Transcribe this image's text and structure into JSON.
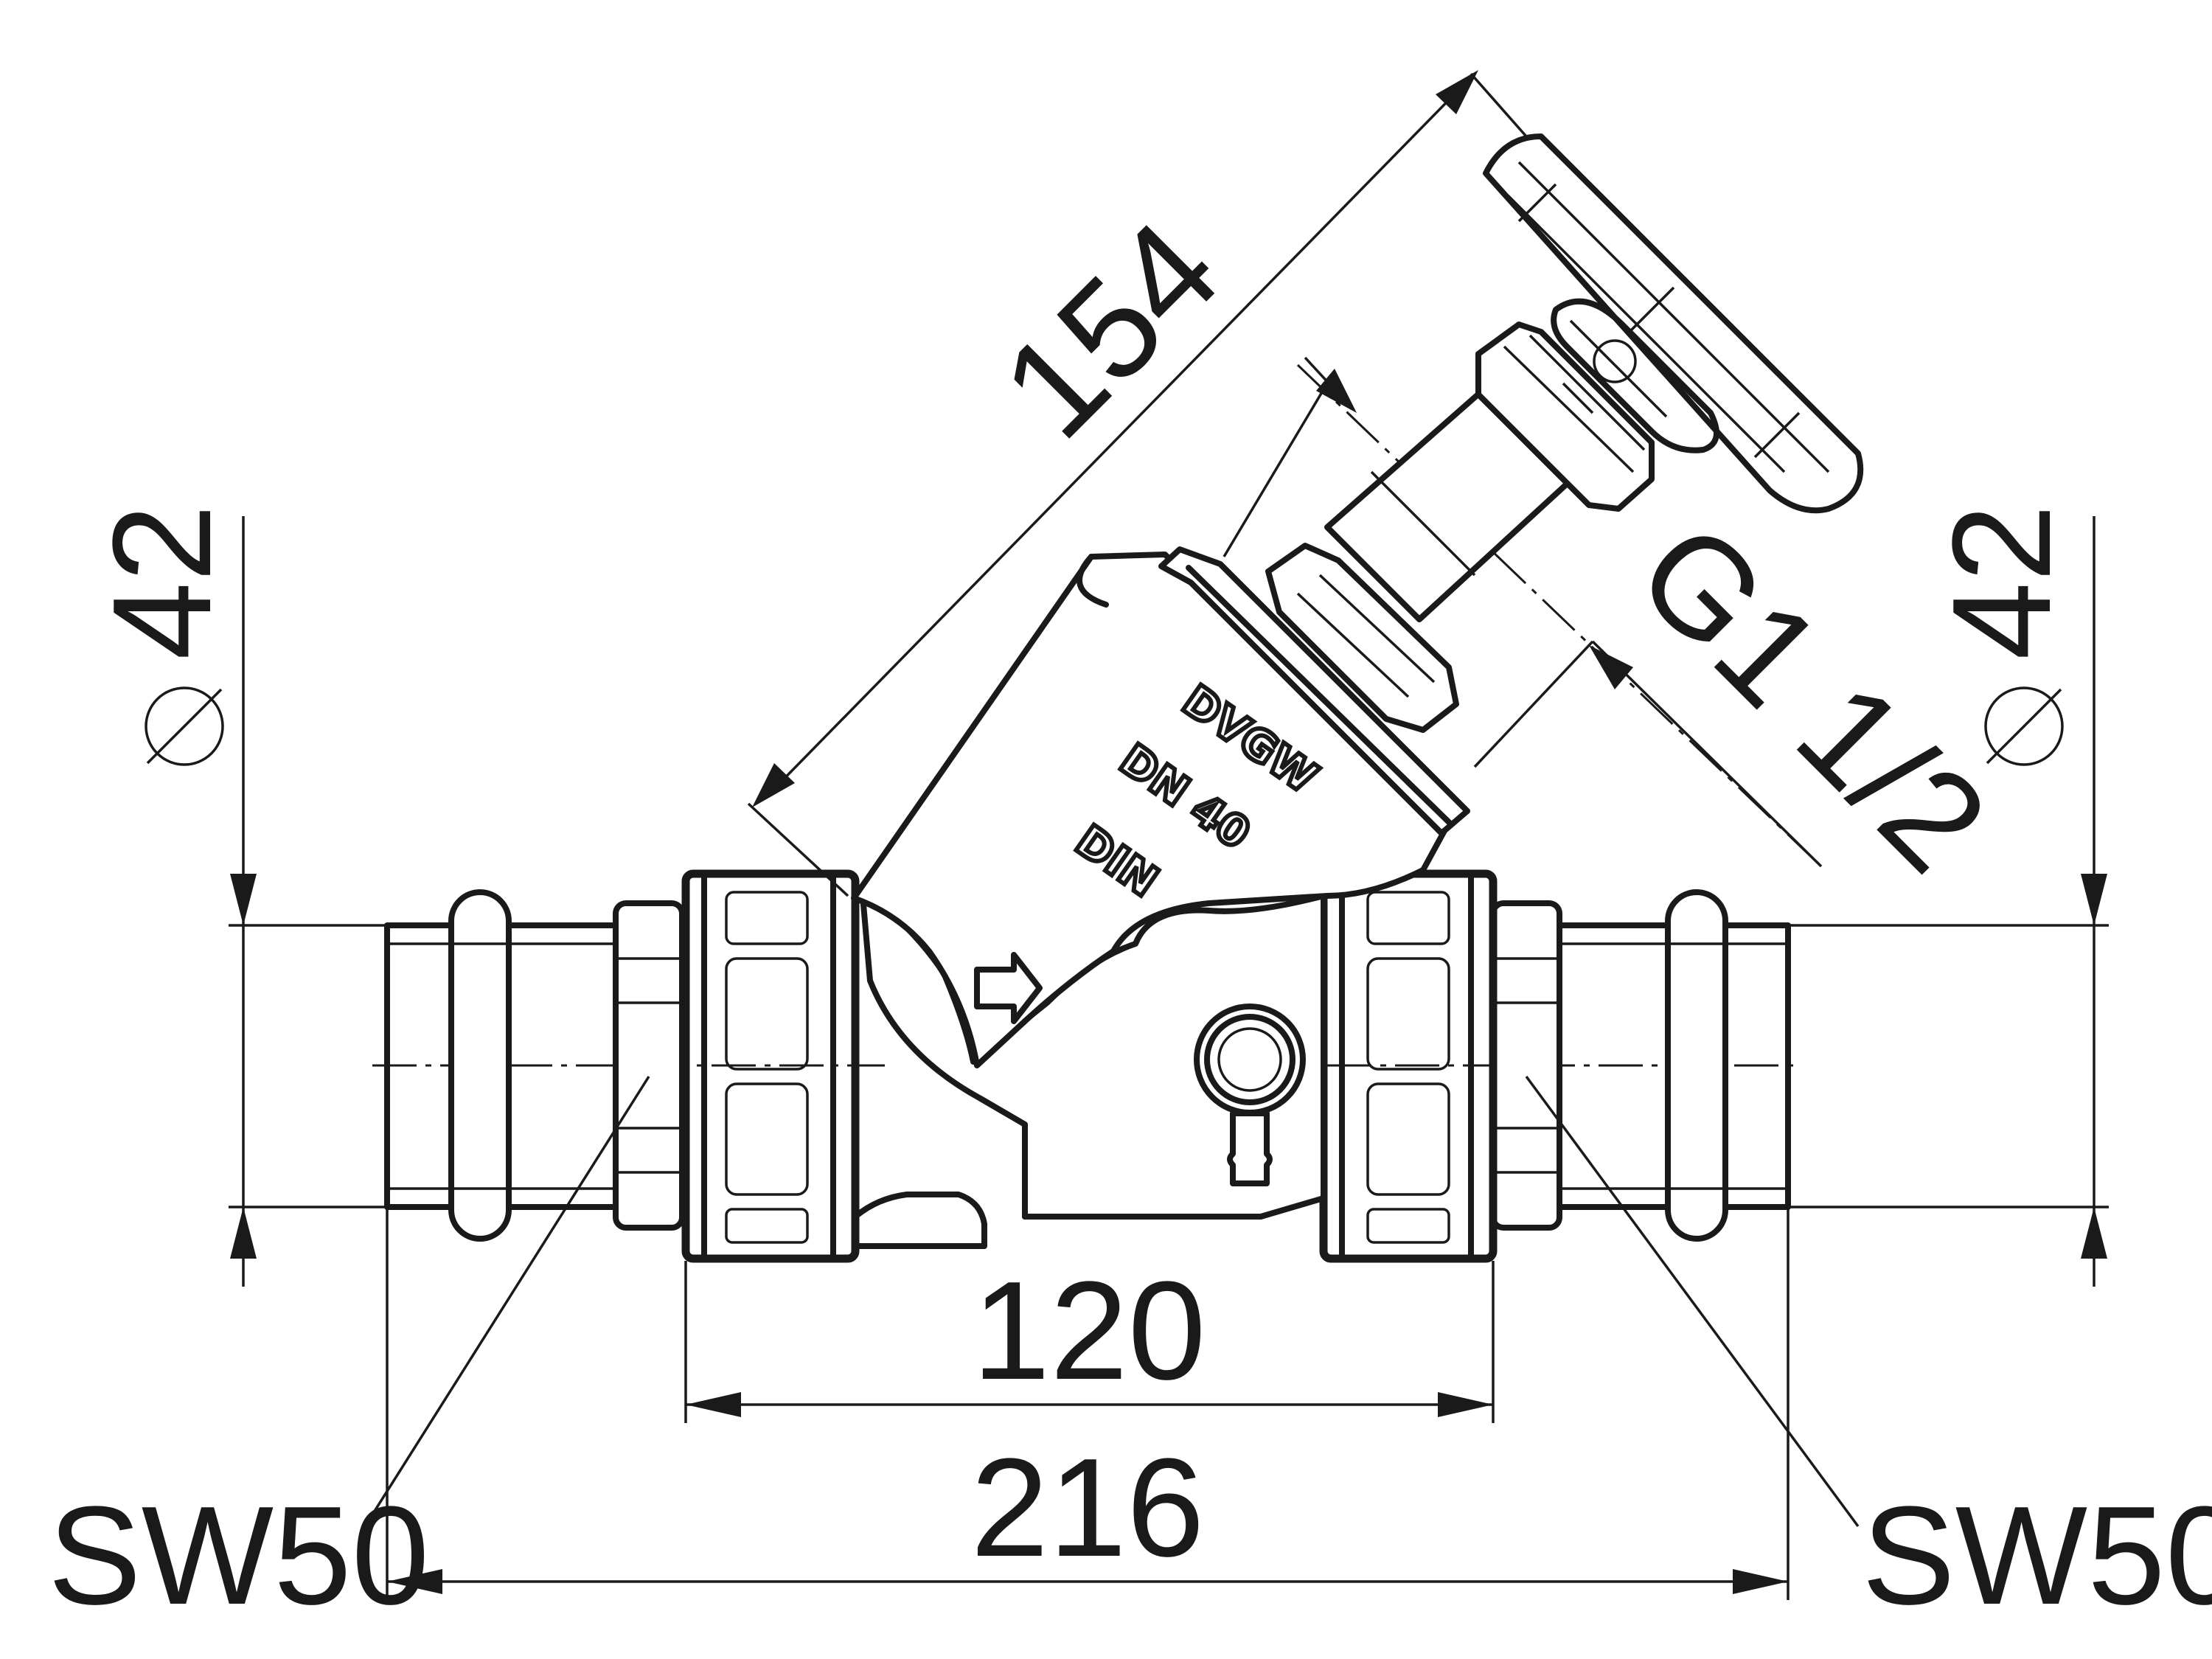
{
  "dimensions": {
    "stem_length": "154",
    "thread": "G1 1/2",
    "diameter_left": "42",
    "diameter_right": "42",
    "wrench_left": "SW50",
    "wrench_right": "SW50",
    "union_width": "120",
    "overall_length": "216"
  },
  "body_markings": {
    "brand": "DVGW",
    "nominal_size": "DN 40",
    "standard": "DIN"
  },
  "icons": {
    "flow": "flow-direction-arrow-icon",
    "diameter": "diameter-symbol-icon"
  }
}
